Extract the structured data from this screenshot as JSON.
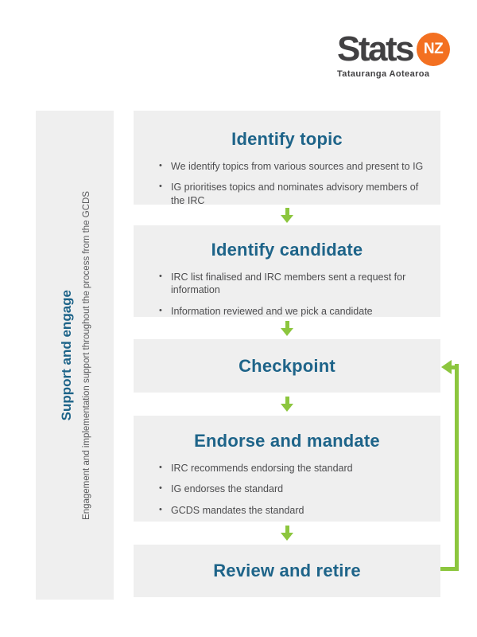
{
  "logo": {
    "brand": "Stats",
    "badge": "NZ",
    "tagline": "Tatauranga Aotearoa"
  },
  "sidebar": {
    "title": "Support and engage",
    "subtitle": "Engagement and implementation support throughout the process from the GCDS"
  },
  "flow": {
    "steps": [
      {
        "title": "Identify topic",
        "bullets": [
          "We identify topics from various sources and present to IG",
          "IG prioritises topics and nominates advisory members of the IRC"
        ]
      },
      {
        "title": "Identify candidate",
        "bullets": [
          "IRC list finalised and IRC members sent a request for information",
          "Information reviewed and we pick a candidate"
        ]
      },
      {
        "title": "Checkpoint",
        "bullets": []
      },
      {
        "title": "Endorse and mandate",
        "bullets": [
          "IRC recommends endorsing the standard",
          "IG endorses the standard",
          "GCDS mandates the standard"
        ]
      },
      {
        "title": "Review and retire",
        "bullets": []
      }
    ]
  },
  "colors": {
    "accent_green": "#8cc63e",
    "heading_blue": "#1e6489",
    "box_grey": "#efefef",
    "text_dark": "#414042",
    "logo_orange": "#f37021"
  }
}
